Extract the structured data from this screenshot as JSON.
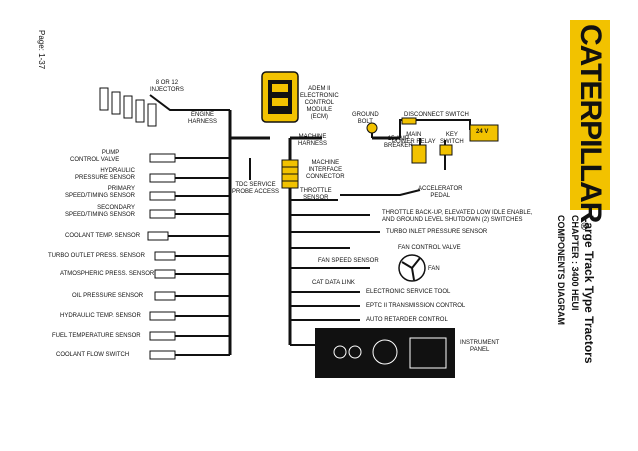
{
  "brand": {
    "name": "CATERPILLAR",
    "trademark": "®"
  },
  "header": {
    "title": "Large Track Type Tractors",
    "chapter": "CHAPTER :  3400 HEUI",
    "subtitle": "COMPONENTS DIAGRAM",
    "page": "Page:   1-37"
  },
  "labels": {
    "injectors": "8 OR 12\nINJECTORS",
    "engine_harness": "ENGINE\nHARNESS",
    "pump_control": "PUMP\nCONTROL VALVE",
    "hydraulic_pressure": "HYDRAULIC\nPRESSURE SENSOR",
    "primary_timing": "PRIMARY\nSPEED/TIMING SENSOR",
    "secondary_timing": "SECONDARY\nSPEED/TIMING SENSOR",
    "coolant_temp": "COOLANT TEMP. SENSOR",
    "turbo_outlet": "TURBO OUTLET PRESS. SENSOR",
    "atmospheric": "ATMOSPHERIC PRESS. SENSOR",
    "oil_pressure": "OIL PRESSURE SENSOR",
    "hydraulic_temp": "HYDRAULIC TEMP. SENSOR",
    "fuel_temp": "FUEL TEMPERATURE SENSOR",
    "coolant_flow": "COOLANT FLOW SWITCH",
    "tdc_probe": "TDC SERVICE\nPROBE ACCESS",
    "ecm": "ADEM II\nELECTRONIC\nCONTROL\nMODULE\n(ECM)",
    "machine_harness": "MACHINE\nHARNESS",
    "ground_bolt": "GROUND\nBOLT",
    "breaker": "15 AMP\nBREAKER",
    "disconnect": "DISCONNECT SWITCH",
    "main_relay": "MAIN\nPOWER RELAY",
    "key_switch": "KEY\nSWITCH",
    "battery": "24 V",
    "interface_connector": "MACHINE\nINTERFACE\nCONNECTOR",
    "throttle_sensor": "THROTTLE\nSENSOR",
    "accel_pedal": "ACCELERATOR\nPEDAL",
    "throttle_backup": "THROTTLE BACK-UP, ELEVATED LOW IDLE ENABLE,\nAND GROUND LEVEL SHUTDOWN (2) SWITCHES",
    "turbo_inlet": "TURBO INLET PRESSURE SENSOR",
    "fan_control": "FAN CONTROL VALVE",
    "fan_speed": "FAN SPEED SENSOR",
    "fan": "FAN",
    "cat_data_link": "CAT DATA LINK",
    "service_tool": "ELECTRONIC SERVICE TOOL",
    "transmission": "EPTC II TRANSMISSION CONTROL",
    "retarder": "AUTO RETARDER CONTROL",
    "instrument_panel": "INSTRUMENT\nPANEL"
  },
  "colors": {
    "accent": "#f2c200",
    "line": "#111111",
    "brand_bg": "#f2c200"
  }
}
